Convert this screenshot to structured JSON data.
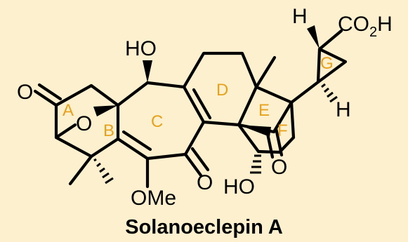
{
  "compound_name": "Solanoeclepin A",
  "atom_labels": {
    "hydroxyl_top": "HO",
    "ketone_oxygen_a": "O",
    "ether_oxygen": "O",
    "methoxy": "OMe",
    "ketone_oxygen_c": "O",
    "hydroxyl_bottom": "HO",
    "ketone_oxygen_f": "O",
    "hydrogen_top": "H",
    "carboxylic_acid": "CO",
    "carboxylic_acid_sub": "2",
    "carboxylic_acid_h": "H",
    "hydrogen_right": "H"
  },
  "ring_labels": {
    "a": "A",
    "b": "B",
    "c": "C",
    "d": "D",
    "e": "E",
    "f": "F",
    "g": "G"
  },
  "colors": {
    "background": "#fdf0cf",
    "bonds": "#000000",
    "ring_labels": "#e6a21c"
  }
}
